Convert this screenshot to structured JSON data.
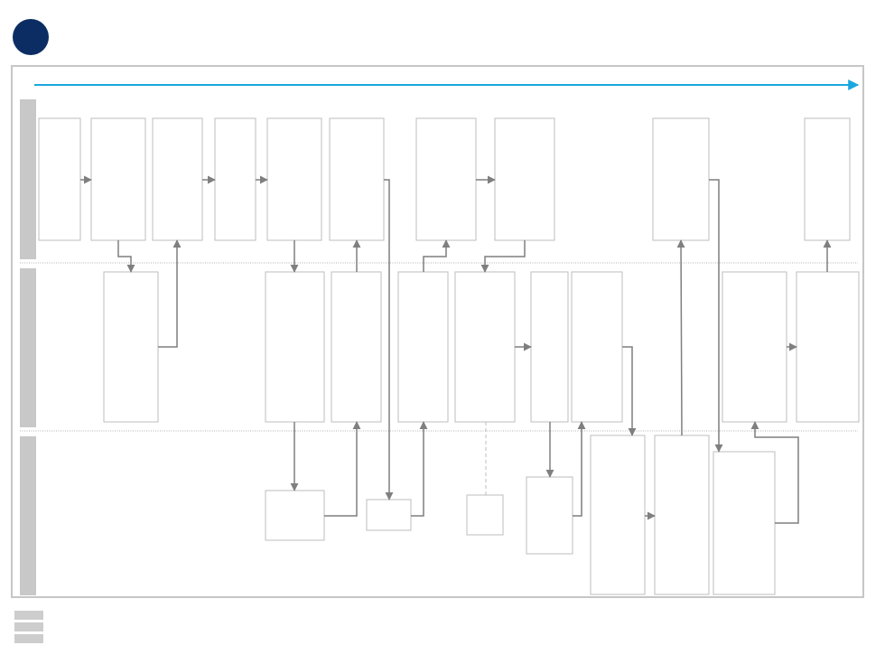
{
  "header": {
    "title": "",
    "logo_color": "#0b2d63"
  },
  "timeline": {
    "label": "",
    "color": "#1aa7e0"
  },
  "lanes": [
    {
      "id": "lane-1",
      "label": ""
    },
    {
      "id": "lane-2",
      "label": ""
    },
    {
      "id": "lane-3",
      "label": ""
    }
  ],
  "legend": [
    {
      "label": ""
    },
    {
      "label": ""
    },
    {
      "label": ""
    }
  ],
  "colors": {
    "lane_bar": "#c8c8c8",
    "box_border": "#bdbdbd",
    "connector": "#7f7f7f"
  }
}
